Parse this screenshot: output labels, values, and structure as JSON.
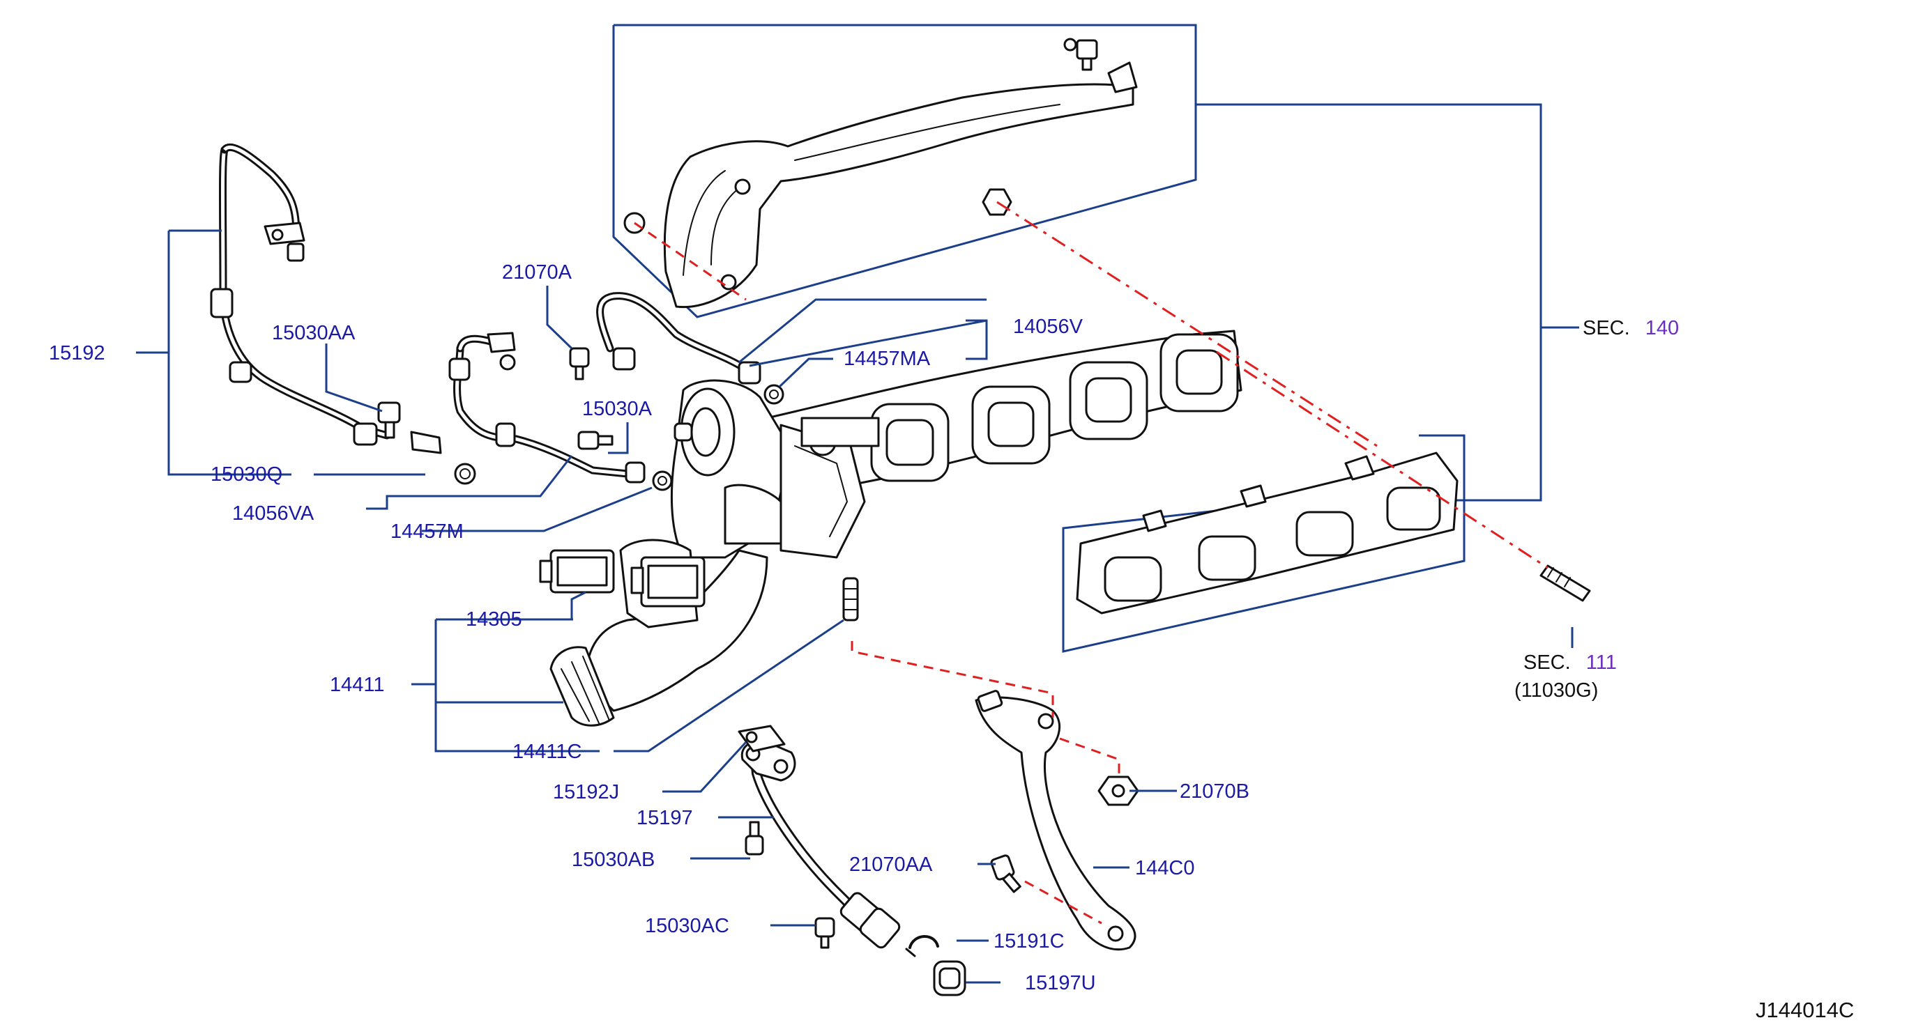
{
  "diagram": {
    "labels": {
      "p15192": "15192",
      "p15030AA": "15030AA",
      "p15030Q": "15030Q",
      "p14056VA": "14056VA",
      "p21070A": "21070A",
      "p15030A": "15030A",
      "p14056V": "14056V",
      "p14457MA": "14457MA",
      "p14457M": "14457M",
      "p14305": "14305",
      "p14411": "14411",
      "p14411C": "14411C",
      "p15192J": "15192J",
      "p15197": "15197",
      "p15030AB": "15030AB",
      "p15030AC": "15030AC",
      "p21070AA": "21070AA",
      "p15191C": "15191C",
      "p15197U": "15197U",
      "p21070B": "21070B",
      "p144C0": "144C0"
    },
    "sec140": {
      "prefix": "SEC.",
      "number": "140"
    },
    "sec111": {
      "prefix": "SEC.",
      "number": "111",
      "sub": "(11030G)"
    },
    "drawing_code": "J144014C"
  },
  "colors": {
    "label_blue": "#1a1aa6",
    "leader_blue": "#1b3f8a",
    "dash_red": "#e02020",
    "outline_black": "#111111",
    "sec_number_purple": "#6b2fc0"
  }
}
